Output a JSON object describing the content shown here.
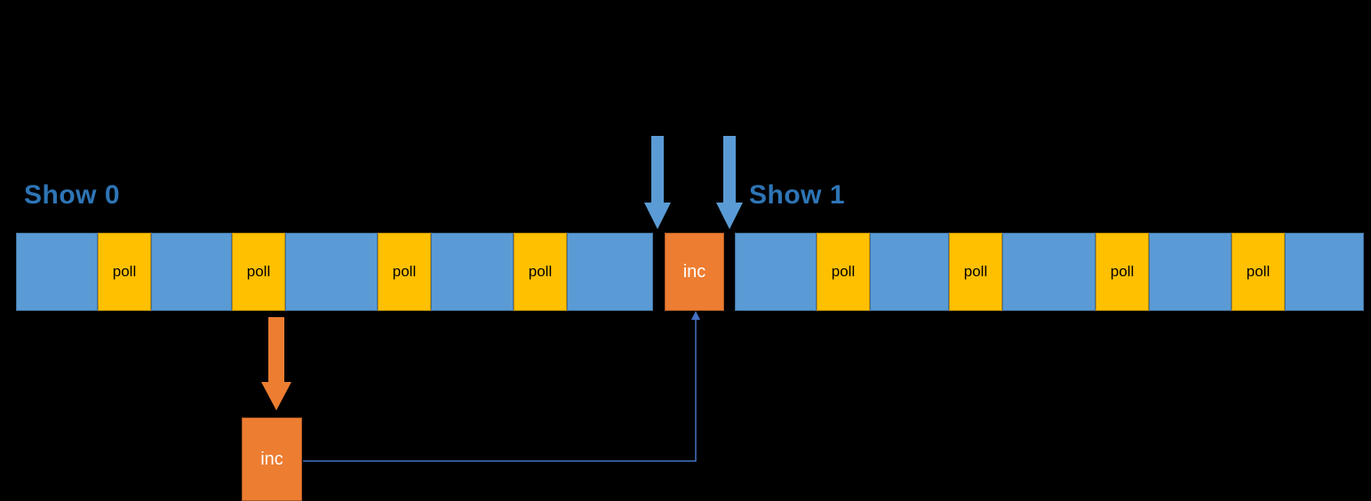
{
  "colors": {
    "background": "#000000",
    "timeline_blue": "#5B9BD5",
    "poll_yellow": "#FFC000",
    "inc_orange": "#ED7D31",
    "title_blue": "#2E75B6",
    "connector_blue": "#4472C4"
  },
  "labels": {
    "show0": "Show 0",
    "show1": "Show 1",
    "poll": "poll",
    "inc": "inc"
  },
  "timelines": {
    "left": {
      "name": "Show 0",
      "segments": [
        "blue",
        "poll",
        "blue",
        "poll",
        "blue",
        "poll",
        "blue",
        "poll",
        "blue"
      ]
    },
    "inc_event": "inc",
    "right": {
      "name": "Show 1",
      "segments": [
        "blue",
        "poll",
        "blue",
        "poll",
        "blue",
        "poll",
        "blue",
        "poll",
        "blue"
      ]
    }
  }
}
